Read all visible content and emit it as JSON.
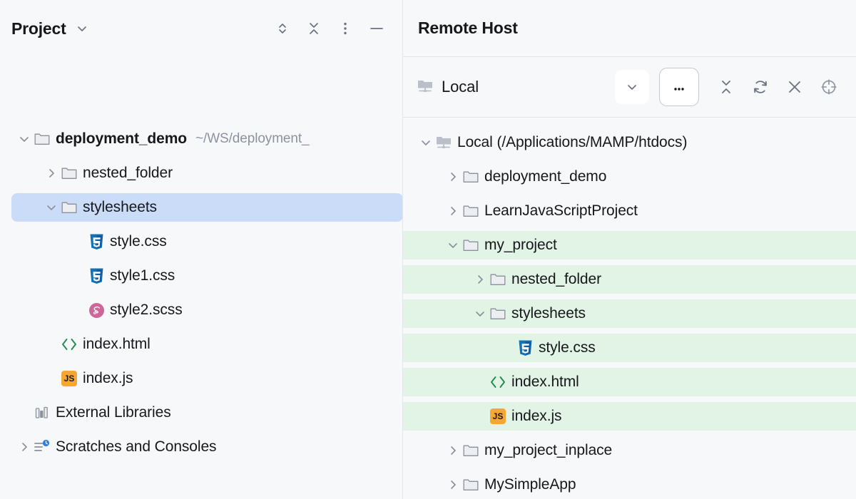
{
  "project_panel": {
    "title": "Project",
    "title_dropdown_icon": "chevron-down-icon",
    "toolbar": [
      {
        "name": "expand-collapse-icon",
        "tooltip": "Expand/Collapse"
      },
      {
        "name": "collapse-all-icon",
        "tooltip": "Collapse All"
      },
      {
        "name": "more-options-icon",
        "tooltip": "Options"
      },
      {
        "name": "hide-icon",
        "tooltip": "Hide"
      }
    ],
    "tree": [
      {
        "label": "deployment_demo",
        "sub": "~/WS/deployment_",
        "icon": "folder-icon",
        "twisty": "expanded",
        "depth": 0,
        "bold": true,
        "selected": false
      },
      {
        "label": "nested_folder",
        "sub": "",
        "icon": "folder-icon",
        "twisty": "collapsed",
        "depth": 1,
        "bold": false,
        "selected": false
      },
      {
        "label": "stylesheets",
        "sub": "",
        "icon": "folder-icon",
        "twisty": "expanded",
        "depth": 1,
        "bold": false,
        "selected": true
      },
      {
        "label": "style.css",
        "sub": "",
        "icon": "css-icon",
        "twisty": "none",
        "depth": 2,
        "bold": false,
        "selected": false
      },
      {
        "label": "style1.css",
        "sub": "",
        "icon": "css-icon",
        "twisty": "none",
        "depth": 2,
        "bold": false,
        "selected": false
      },
      {
        "label": "style2.scss",
        "sub": "",
        "icon": "scss-icon",
        "twisty": "none",
        "depth": 2,
        "bold": false,
        "selected": false
      },
      {
        "label": "index.html",
        "sub": "",
        "icon": "html-icon",
        "twisty": "none",
        "depth": 1,
        "bold": false,
        "selected": false
      },
      {
        "label": "index.js",
        "sub": "",
        "icon": "js-icon",
        "twisty": "none",
        "depth": 1,
        "bold": false,
        "selected": false
      },
      {
        "label": "External Libraries",
        "sub": "",
        "icon": "library-icon",
        "twisty": "none",
        "depth": 0,
        "bold": false,
        "selected": false
      },
      {
        "label": "Scratches and Consoles",
        "sub": "",
        "icon": "scratches-icon",
        "twisty": "collapsed",
        "depth": 0,
        "bold": false,
        "selected": false
      }
    ]
  },
  "remote_panel": {
    "title": "Remote Host",
    "server_name": "Local",
    "server_icon": "remote-host-icon",
    "toolbar": [
      {
        "name": "chevron-down-icon",
        "label": ""
      },
      {
        "name": "more-options-button",
        "label": "..."
      },
      {
        "name": "collapse-all-icon",
        "label": ""
      },
      {
        "name": "refresh-icon",
        "label": ""
      },
      {
        "name": "close-icon",
        "label": ""
      },
      {
        "name": "locate-icon",
        "label": ""
      }
    ],
    "tree": [
      {
        "label": "Local (/Applications/MAMP/htdocs)",
        "icon": "remote-host-icon",
        "twisty": "expanded",
        "depth": 0,
        "highlighted": false
      },
      {
        "label": "deployment_demo",
        "icon": "folder-icon",
        "twisty": "collapsed",
        "depth": 1,
        "highlighted": false
      },
      {
        "label": "LearnJavaScriptProject",
        "icon": "folder-icon",
        "twisty": "collapsed",
        "depth": 1,
        "highlighted": false
      },
      {
        "label": "my_project",
        "icon": "folder-icon",
        "twisty": "expanded",
        "depth": 1,
        "highlighted": true
      },
      {
        "label": "nested_folder",
        "icon": "folder-icon",
        "twisty": "collapsed",
        "depth": 2,
        "highlighted": true
      },
      {
        "label": "stylesheets",
        "icon": "folder-icon",
        "twisty": "expanded",
        "depth": 2,
        "highlighted": true
      },
      {
        "label": "style.css",
        "icon": "css-icon",
        "twisty": "none",
        "depth": 3,
        "highlighted": true
      },
      {
        "label": "index.html",
        "icon": "html-icon",
        "twisty": "none",
        "depth": 2,
        "highlighted": true
      },
      {
        "label": "index.js",
        "icon": "js-icon",
        "twisty": "none",
        "depth": 2,
        "highlighted": true
      },
      {
        "label": "my_project_inplace",
        "icon": "folder-icon",
        "twisty": "collapsed",
        "depth": 1,
        "highlighted": false
      },
      {
        "label": "MySimpleApp",
        "icon": "folder-icon",
        "twisty": "collapsed",
        "depth": 1,
        "highlighted": false
      }
    ]
  },
  "colors": {
    "background": "#f7f8fa",
    "selection_blue": "#cadcf7",
    "highlight_green": "#e2f4e5",
    "divider": "#e3e5e9",
    "text": "#16181c",
    "muted_text": "#8c93a0",
    "css_blue": "#1572b6",
    "scss_pink": "#cd6799",
    "js_orange": "#f8a633",
    "html_green": "#1f8b4d"
  }
}
